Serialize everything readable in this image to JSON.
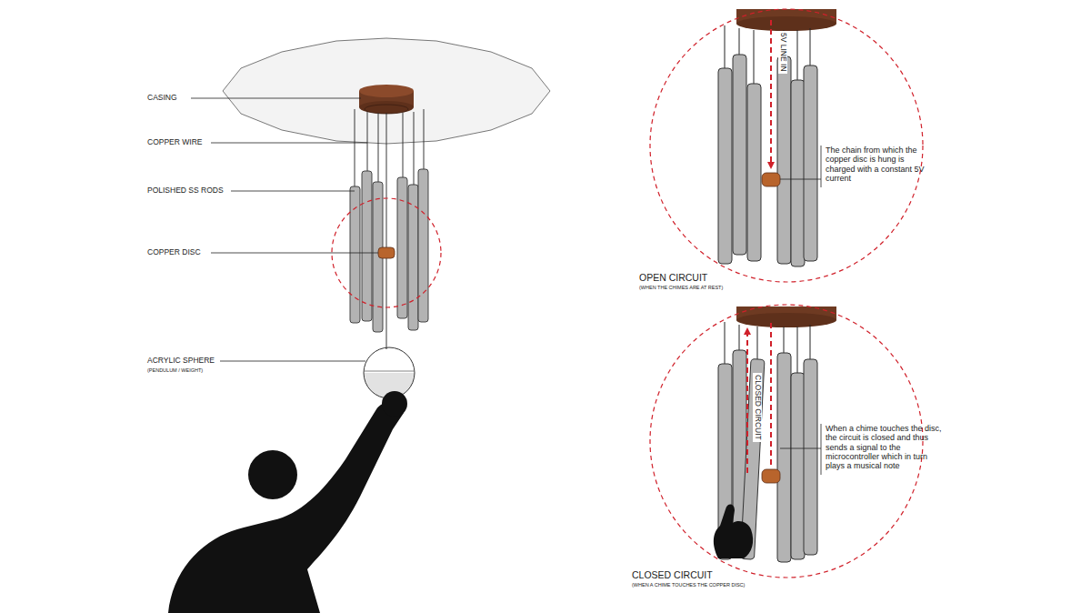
{
  "diagram": {
    "labels": [
      "CASING",
      "COPPER WIRE",
      "POLISHED SS RODS",
      "COPPER DISC",
      "ACRYLIC SPHERE",
      "(PENDULUM / WEIGHT)",
      "5V LINE IN",
      "The chain from which the copper disc is hung is charged with a constant 5V current",
      "OPEN CIRCUIT",
      "(WHEN THE CHIMES ARE AT REST)",
      "CLOSED CIRCUIT",
      "When a chime touches the disc, the circuit is closed and thus sends a signal to the microcontroller which in turn plays a musical note",
      "CLOSED CIRCUIT",
      "(WHEN A CHIME TOUCHES THE COPPER DISC)"
    ]
  }
}
